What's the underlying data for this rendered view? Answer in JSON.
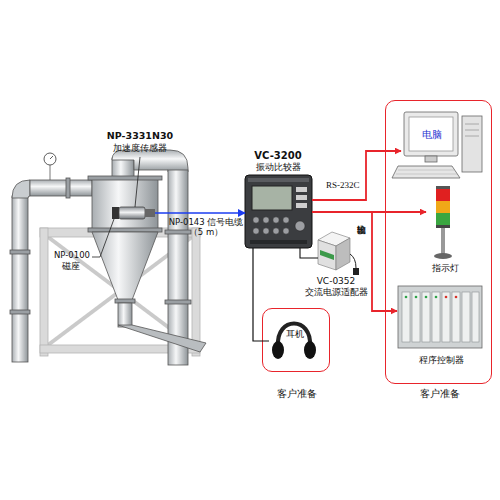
{
  "diagram": {
    "nodes": [
      {
        "text": [
          "NP-3331N30",
          "加速度传感器"
        ]
      },
      {
        "text": [
          "VC-3200",
          "振动比较器"
        ]
      },
      {
        "text": [
          "VC-0352",
          "交流电源适配器"
        ]
      },
      {
        "text": [
          "客户准备"
        ]
      },
      {
        "text": [
          "电脑"
        ],
        "in": 3
      },
      {
        "text": [
          "指示灯"
        ],
        "in": 3
      },
      {
        "text": [
          "程序控制器"
        ],
        "in": 3
      },
      {
        "text": [
          "客户准备"
        ]
      },
      {
        "text": [
          "耳机"
        ],
        "in": 7
      }
    ],
    "edges": [
      {
        "from": 0,
        "to": 1,
        "label": "NP-0143 信号电缆（5 m）",
        "arrow": "to"
      },
      {
        "from": 1,
        "to": 4,
        "label": "RS-232C",
        "arrow": "to"
      },
      {
        "from": 1,
        "to": 5,
        "label": "比较输出",
        "arrow": "to"
      },
      {
        "from": 1,
        "to": 6,
        "arrow": "to"
      },
      {
        "from": 1,
        "to": 8,
        "arrow": "none"
      },
      {
        "from": 2,
        "to": 1,
        "arrow": "none"
      }
    ],
    "labels": [
      "NP-0100",
      "磁座"
    ]
  }
}
